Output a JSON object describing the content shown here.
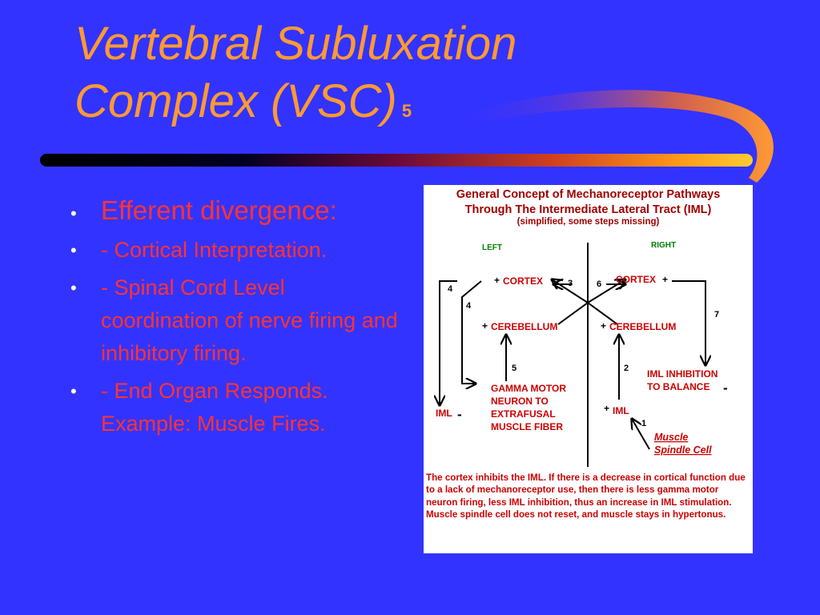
{
  "title": {
    "line1": "Vertebral Subluxation",
    "line2": "Complex  (VSC)",
    "slide_number": "5"
  },
  "bullets": [
    {
      "text": "Efferent divergence:"
    },
    {
      "text": "- Cortical Interpretation."
    },
    {
      "text": "- Spinal Cord Level coordination of nerve firing and inhibitory firing."
    },
    {
      "text": "- End Organ Responds.  Example:  Muscle Fires."
    }
  ],
  "diagram": {
    "heading": "General Concept of Mechanoreceptor Pathways",
    "subheading": "Through The Intermediate Lateral Tract  (IML)",
    "note": "(simplified, some steps missing)",
    "left_label": "LEFT",
    "right_label": "RIGHT",
    "left_cortex": "CORTEX",
    "right_cortex": "CORTEX",
    "left_cerebellum": "CEREBELLUM",
    "right_cerebellum": "CEREBELLUM",
    "gamma_line1": "GAMMA MOTOR",
    "gamma_line2": "NEURON TO",
    "gamma_line3": "EXTRAFUSAL",
    "gamma_line4": "MUSCLE FIBER",
    "iml_inhibition_line1": "IML INHIBITION",
    "iml_inhibition_line2": "TO BALANCE",
    "left_iml": "IML",
    "right_iml": "IML",
    "spindle_line1": "Muscle",
    "spindle_line2": "Spindle Cell",
    "plus": "+",
    "minus": "-",
    "num1": "1",
    "num2": "2",
    "num3": "3",
    "num4": "4",
    "num5": "5",
    "num6": "6",
    "num7": "7",
    "caption": "The cortex inhibits the IML.  If there is a decrease in cortical function due to a lack of mechanoreceptor use, then there is less gamma motor neuron firing, less IML inhibition, thus an increase in IML stimulation.  Muscle spindle cell does not reset, and muscle stays in hypertonus."
  },
  "colors": {
    "background": "#3333ff",
    "title": "#ff9933",
    "bullet_text": "#ff3333",
    "diagram_red": "#cc0000",
    "diagram_green": "#008000",
    "heading_dark_red": "#a00000"
  }
}
